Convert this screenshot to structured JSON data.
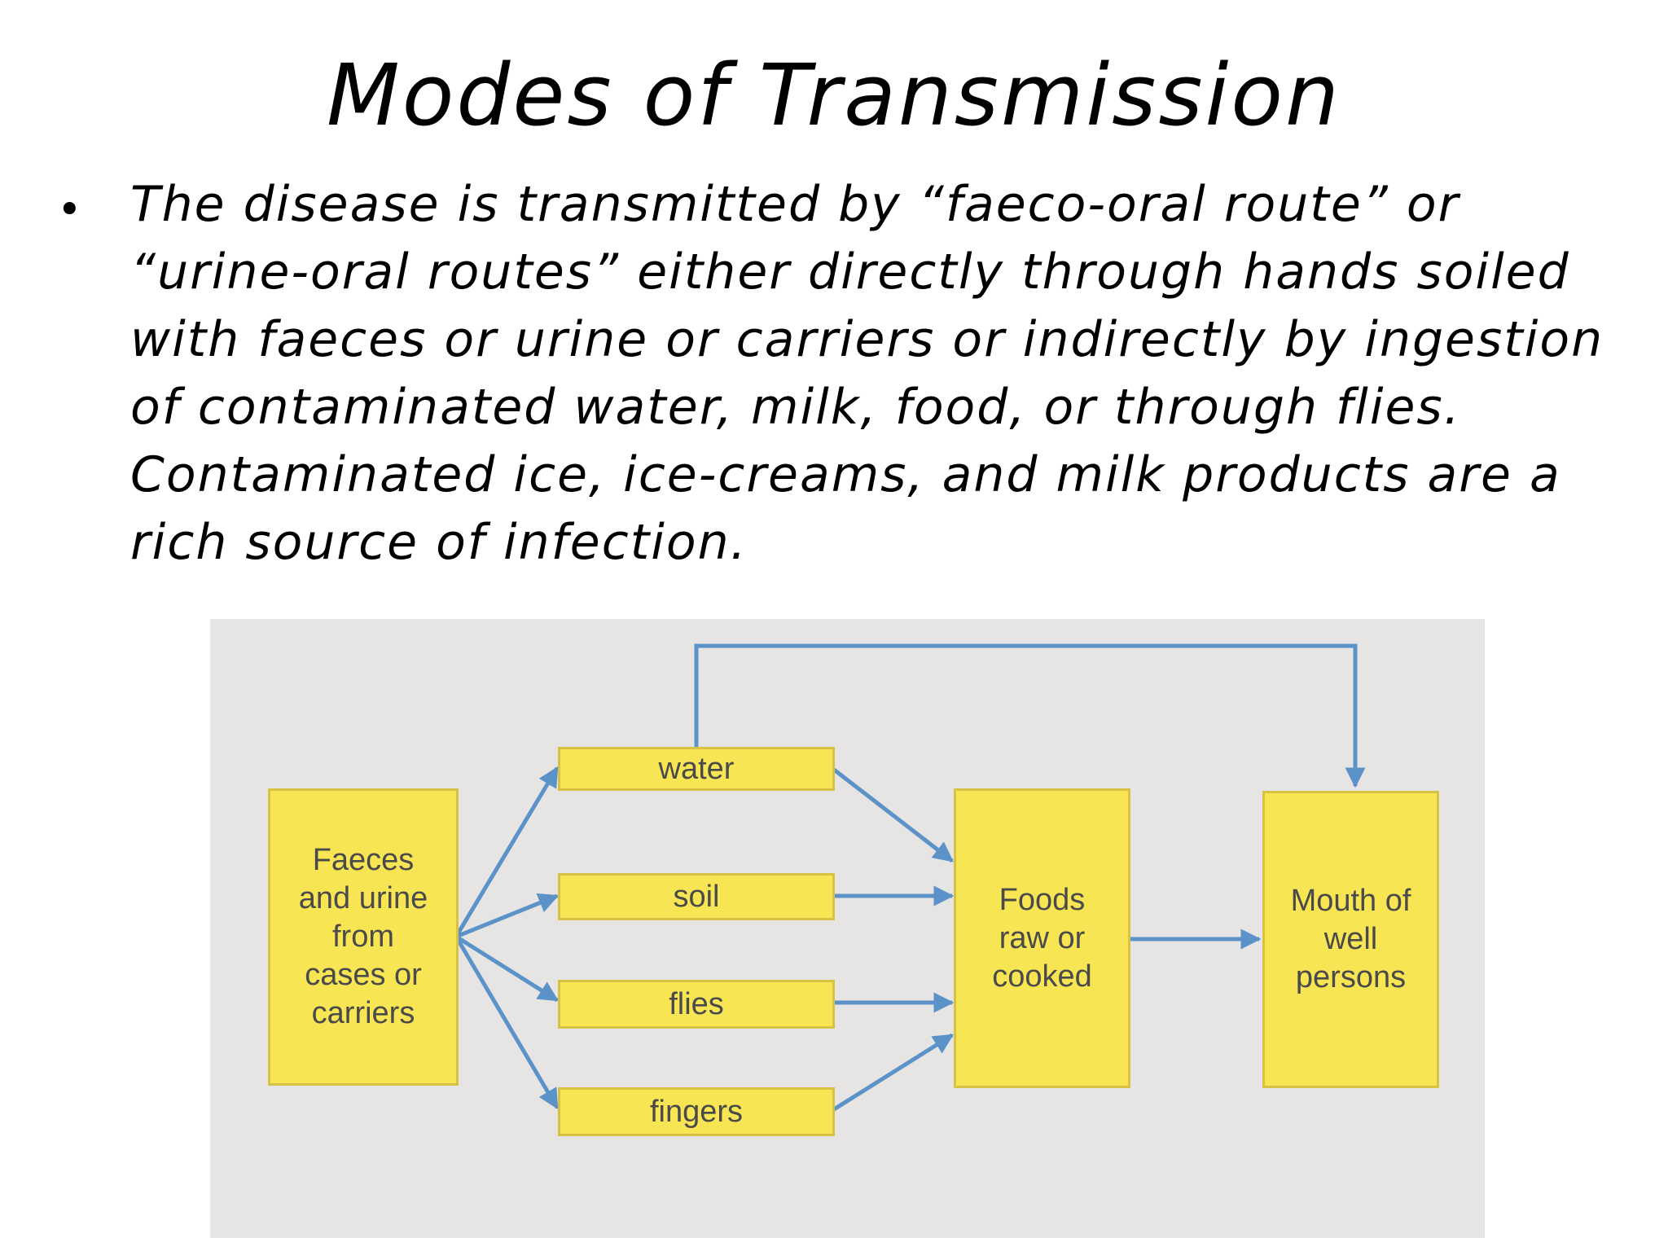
{
  "slide": {
    "title": "Modes of Transmission",
    "bullet_symbol": "•",
    "bullet_lines": [
      "The disease is transmitted by “faeco-oral route” or",
      "“urine-oral routes” either directly through hands soiled",
      "with faeces or urine or carriers or indirectly by ingestion",
      "of contaminated water, milk, food, or through flies.",
      "Contaminated ice, ice-creams, and milk products are a",
      "rich source of infection."
    ]
  },
  "diagram": {
    "colors": {
      "panel_background": "#e6e5e3",
      "box_fill": "#f8e553",
      "box_border": "#d8c244",
      "arrow": "#5b93c9",
      "box_text": "#4a4a4a"
    },
    "nodes": {
      "source": "Faeces\nand urine\nfrom\ncases or\ncarriers",
      "water": "water",
      "soil": "soil",
      "flies": "flies",
      "fingers": "fingers",
      "foods": "Foods\nraw or\ncooked",
      "mouth": "Mouth of\nwell\npersons"
    },
    "edges": [
      [
        "source",
        "water"
      ],
      [
        "source",
        "soil"
      ],
      [
        "source",
        "flies"
      ],
      [
        "source",
        "fingers"
      ],
      [
        "water",
        "foods"
      ],
      [
        "soil",
        "foods"
      ],
      [
        "flies",
        "foods"
      ],
      [
        "fingers",
        "foods"
      ],
      [
        "foods",
        "mouth"
      ],
      [
        "water",
        "mouth"
      ]
    ]
  }
}
